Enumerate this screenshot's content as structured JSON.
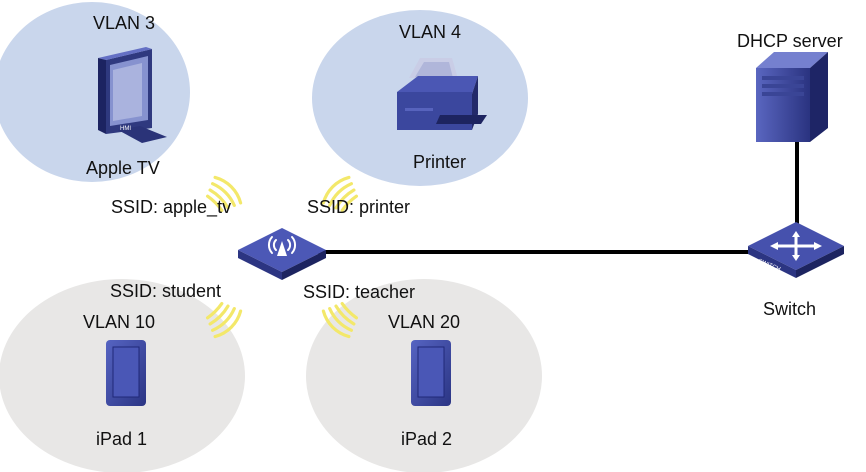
{
  "colors": {
    "vlan_upper": "#c9d6ec",
    "vlan_lower": "#e8e7e6",
    "device_blue": "#3b479e",
    "device_dark": "#252d70",
    "signal": "#f3e86a",
    "link": "#000000"
  },
  "vlans": {
    "vlan3": "VLAN 3",
    "vlan4": "VLAN 4",
    "vlan10": "VLAN 10",
    "vlan20": "VLAN 20"
  },
  "devices": {
    "apple_tv": {
      "label": "Apple TV",
      "icon": "monitor-icon",
      "screen_text": "HMI"
    },
    "printer": {
      "label": "Printer",
      "icon": "printer-icon"
    },
    "ipad1": {
      "label": "iPad 1",
      "icon": "tablet-icon"
    },
    "ipad2": {
      "label": "iPad 2",
      "icon": "tablet-icon"
    },
    "dhcp": {
      "label": "DHCP server",
      "icon": "server-icon"
    },
    "switch": {
      "label": "Switch",
      "icon": "switch-icon",
      "face_text": "SWITCH"
    },
    "ap": {
      "icon": "access-point-icon"
    }
  },
  "ssids": {
    "apple_tv": "SSID: apple_tv",
    "printer": "SSID:  printer",
    "student": "SSID: student",
    "teacher": "SSID:  teacher"
  }
}
